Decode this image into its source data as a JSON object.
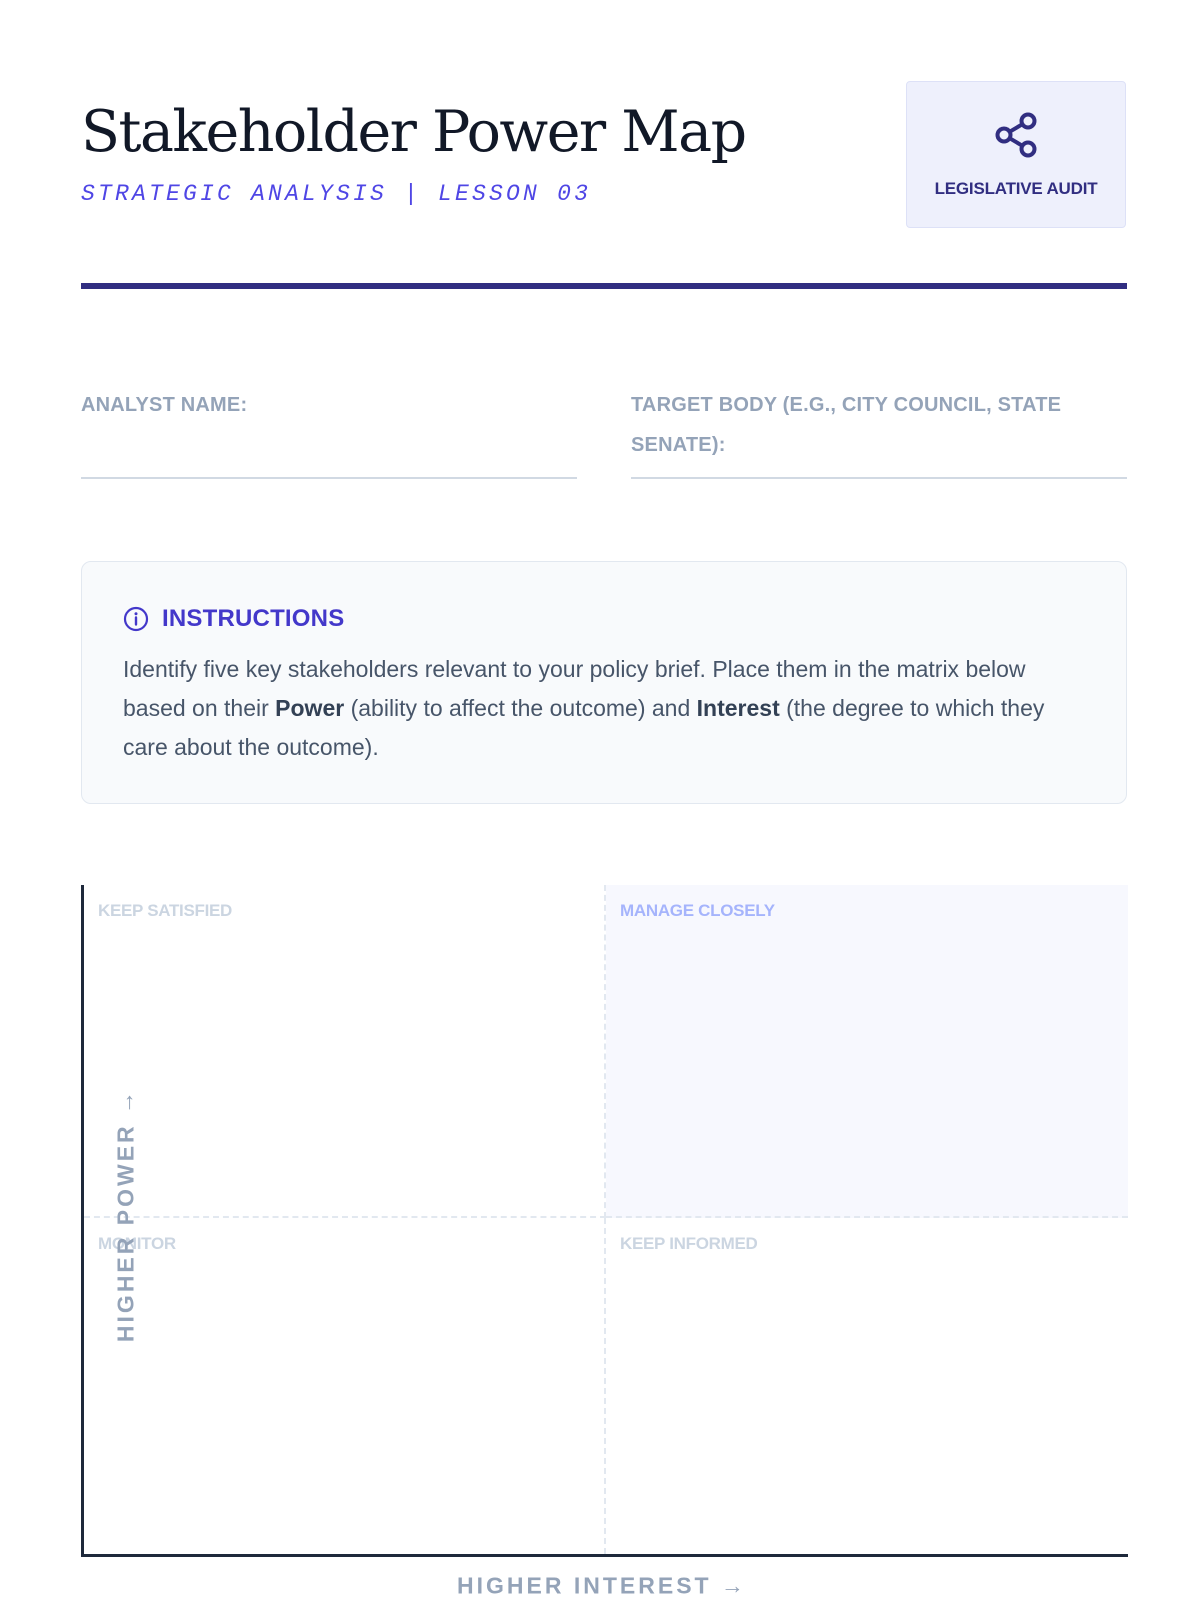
{
  "header": {
    "title": "Stakeholder Power Map",
    "subtitle": "STRATEGIC ANALYSIS | LESSON 03",
    "badge": {
      "icon": "share-icon",
      "label": "LEGISLATIVE AUDIT"
    }
  },
  "fields": {
    "analyst_label": "ANALYST NAME:",
    "analyst_value": "",
    "target_label": "TARGET BODY (E.G., CITY COUNCIL, STATE SENATE):",
    "target_value": ""
  },
  "instructions": {
    "icon": "info-icon",
    "title": "INSTRUCTIONS",
    "text_1": "Identify five key stakeholders relevant to your policy brief. Place them in the matrix below based on their ",
    "power_term": "Power",
    "text_2": " (ability to affect the outcome) and ",
    "interest_term": "Interest",
    "text_3": " (the degree to which they care about the outcome)."
  },
  "matrix": {
    "quadrants": {
      "top_left": "KEEP SATISFIED",
      "top_right": "MANAGE CLOSELY",
      "bottom_left": "MONITOR",
      "bottom_right": "KEEP INFORMED"
    },
    "y_axis_label": "HIGHER POWER →",
    "x_axis_label": "HIGHER INTEREST →"
  },
  "colors": {
    "accent": "#312e81",
    "indigo": "#4f46e5",
    "muted": "#94a3b8",
    "highlight_quadrant": "#f7f8fe"
  }
}
